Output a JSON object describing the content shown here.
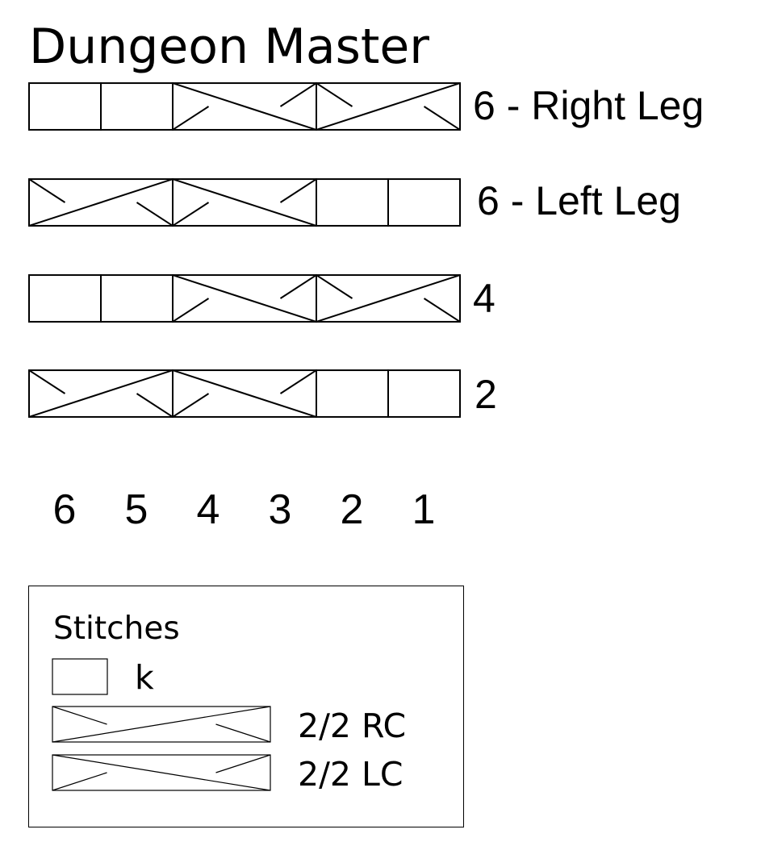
{
  "title": "Dungeon Master",
  "rows": [
    {
      "label": "6 - Right Leg",
      "stitches": [
        "k",
        "k",
        "2/2 LC",
        "2/2 RC"
      ]
    },
    {
      "label": "6 - Left Leg",
      "stitches": [
        "2/2 RC",
        "2/2 LC",
        "k",
        "k"
      ]
    },
    {
      "label": "4",
      "stitches": [
        "k",
        "k",
        "2/2 LC",
        "2/2 RC"
      ]
    },
    {
      "label": "2",
      "stitches": [
        "2/2 RC",
        "2/2 LC",
        "k",
        "k"
      ]
    }
  ],
  "column_numbers": [
    "6",
    "5",
    "4",
    "3",
    "2",
    "1"
  ],
  "legend": {
    "heading": "Stitches",
    "items": [
      {
        "symbol": "k",
        "label": "k"
      },
      {
        "symbol": "2/2 RC",
        "label": "2/2 RC"
      },
      {
        "symbol": "2/2 LC",
        "label": "2/2 LC"
      }
    ]
  }
}
